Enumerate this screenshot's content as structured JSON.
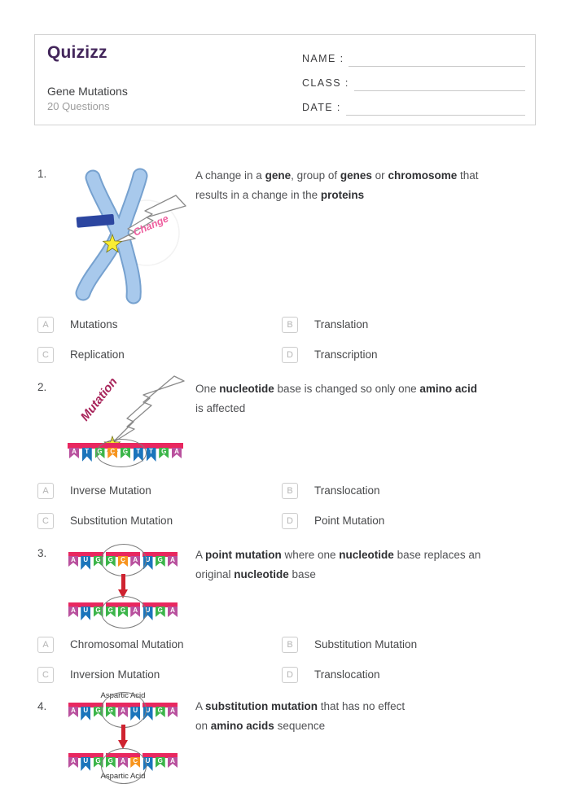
{
  "header": {
    "logo_text": "Quizizz",
    "title": "Gene Mutations",
    "subtitle": "20 Questions",
    "fields": [
      {
        "label": "NAME :"
      },
      {
        "label": "CLASS :"
      },
      {
        "label": "DATE :"
      }
    ]
  },
  "colors": {
    "logo_purple": "#43265b",
    "strand_bar": "#e9275f",
    "arrow_red": "#cf2330",
    "bolt_label_pink": "#ee5f9f",
    "mutation_label_red": "#a8245a",
    "chromosome_blue": "#a8c9ec",
    "band_blue": "#2c46a0",
    "starburst_yellow": "#f9ed32",
    "nucleotide": {
      "A": "#b9519e",
      "T": "#1b75bb",
      "U": "#1b75bb",
      "G": "#3cb54a",
      "C": "#f7941e"
    }
  },
  "questions": [
    {
      "number": "1.",
      "text": [
        {
          "t": "A change in a "
        },
        {
          "t": "gene",
          "b": true
        },
        {
          "t": ", group of "
        },
        {
          "t": "genes",
          "b": true
        },
        {
          "t": " or "
        },
        {
          "t": "chromosome",
          "b": true
        },
        {
          "t": " that",
          "": ""
        },
        {
          "br": true
        },
        {
          "t": "results in a change in the "
        },
        {
          "t": "proteins",
          "b": true
        }
      ],
      "image": {
        "bolt_label": "Change"
      },
      "options": [
        {
          "letter": "A",
          "label": "Mutations"
        },
        {
          "letter": "B",
          "label": "Translation"
        },
        {
          "letter": "C",
          "label": "Replication"
        },
        {
          "letter": "D",
          "label": "Transcription"
        }
      ]
    },
    {
      "number": "2.",
      "text": [
        {
          "t": "One "
        },
        {
          "t": "nucleotide",
          "b": true
        },
        {
          "t": " base is changed so only one "
        },
        {
          "t": "amino acid",
          "b": true
        },
        {
          "br": true
        },
        {
          "t": "is affected"
        }
      ],
      "image": {
        "bolt_label": "Mutation",
        "sequence": [
          "A",
          "T",
          "G",
          "C",
          "G",
          "T",
          "T",
          "G",
          "A"
        ],
        "circled": "C G T"
      },
      "options": [
        {
          "letter": "A",
          "label": "Inverse Mutation"
        },
        {
          "letter": "B",
          "label": "Translocation"
        },
        {
          "letter": "C",
          "label": "Substitution Mutation"
        },
        {
          "letter": "D",
          "label": "Point Mutation"
        }
      ]
    },
    {
      "number": "3.",
      "text": [
        {
          "t": "A "
        },
        {
          "t": "point mutation",
          "b": true
        },
        {
          "t": " where one "
        },
        {
          "t": "nucleotide",
          "b": true
        },
        {
          "t": " base replaces an"
        },
        {
          "br": true
        },
        {
          "t": "original "
        },
        {
          "t": "nucleotide",
          "b": true
        },
        {
          "t": " base"
        }
      ],
      "image": {
        "top_sequence": [
          "A",
          "U",
          "G",
          "G",
          "C",
          "A",
          "U",
          "G",
          "A"
        ],
        "bottom_sequence": [
          "A",
          "U",
          "G",
          "G",
          "G",
          "A",
          "U",
          "G",
          "A"
        ],
        "circled": "codon 2"
      },
      "options": [
        {
          "letter": "A",
          "label": "Chromosomal Mutation"
        },
        {
          "letter": "B",
          "label": "Substitution Mutation"
        },
        {
          "letter": "C",
          "label": "Inversion Mutation"
        },
        {
          "letter": "D",
          "label": "Translocation"
        }
      ]
    },
    {
      "number": "4.",
      "text": [
        {
          "t": "A "
        },
        {
          "t": "substitution mutation",
          "b": true
        },
        {
          "t": " that has no effect"
        },
        {
          "br": true
        },
        {
          "t": "on "
        },
        {
          "t": "amino acids",
          "b": true
        },
        {
          "t": " sequence"
        }
      ],
      "image": {
        "top_label": "Aspartic Acid",
        "bottom_label": "Aspartic Acid",
        "top_sequence": [
          "A",
          "U",
          "G",
          "G",
          "A",
          "U",
          "U",
          "G",
          "A"
        ],
        "bottom_sequence": [
          "A",
          "U",
          "G",
          "G",
          "A",
          "C",
          "U",
          "G",
          "A"
        ],
        "circled": "codon 2"
      },
      "options": []
    }
  ]
}
